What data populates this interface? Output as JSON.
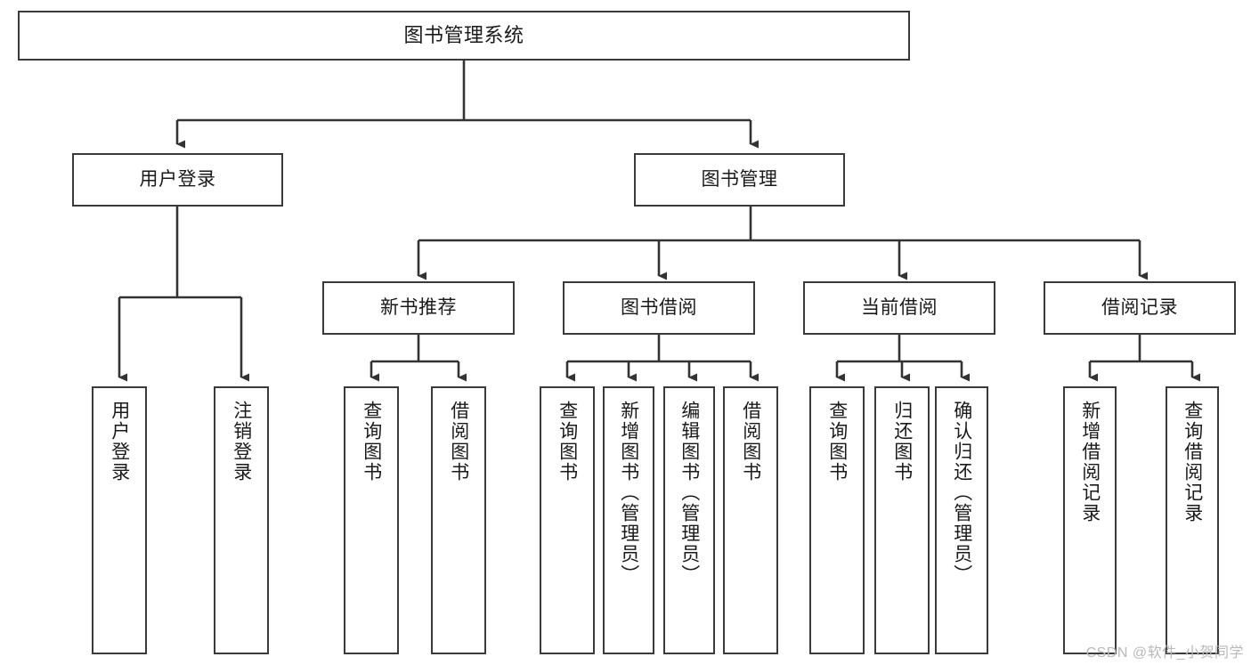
{
  "diagram": {
    "title": "图书管理系统",
    "type": "tree",
    "theme": {
      "background": "#ffffff",
      "node_border": "#3a3a3a",
      "node_fill": "#ffffff",
      "edge_color": "#333333",
      "text_color": "#1a1a1a",
      "watermark_color": "#b9b9b9"
    },
    "watermark": "CSDN @软件_小贺同学",
    "nodes": {
      "root": {
        "label": "图书管理系统"
      },
      "level1": [
        {
          "label": "用户登录"
        },
        {
          "label": "图书管理"
        }
      ],
      "level2": [
        {
          "label": "新书推荐"
        },
        {
          "label": "图书借阅"
        },
        {
          "label": "当前借阅"
        },
        {
          "label": "借阅记录"
        }
      ],
      "leaves": {
        "user_login": [
          {
            "label": "用户登录"
          },
          {
            "label": "注销登录"
          }
        ],
        "new_book_recommend": [
          {
            "label": "查询图书"
          },
          {
            "label": "借阅图书"
          }
        ],
        "book_borrow": [
          {
            "label": "查询图书"
          },
          {
            "label": "新增图书（管理员）"
          },
          {
            "label": "编辑图书（管理员）"
          },
          {
            "label": "借阅图书"
          }
        ],
        "current_borrow": [
          {
            "label": "查询图书"
          },
          {
            "label": "归还图书"
          },
          {
            "label": "确认归还（管理员）"
          }
        ],
        "borrow_record": [
          {
            "label": "新增借阅记录"
          },
          {
            "label": "查询借阅记录"
          }
        ]
      }
    }
  }
}
